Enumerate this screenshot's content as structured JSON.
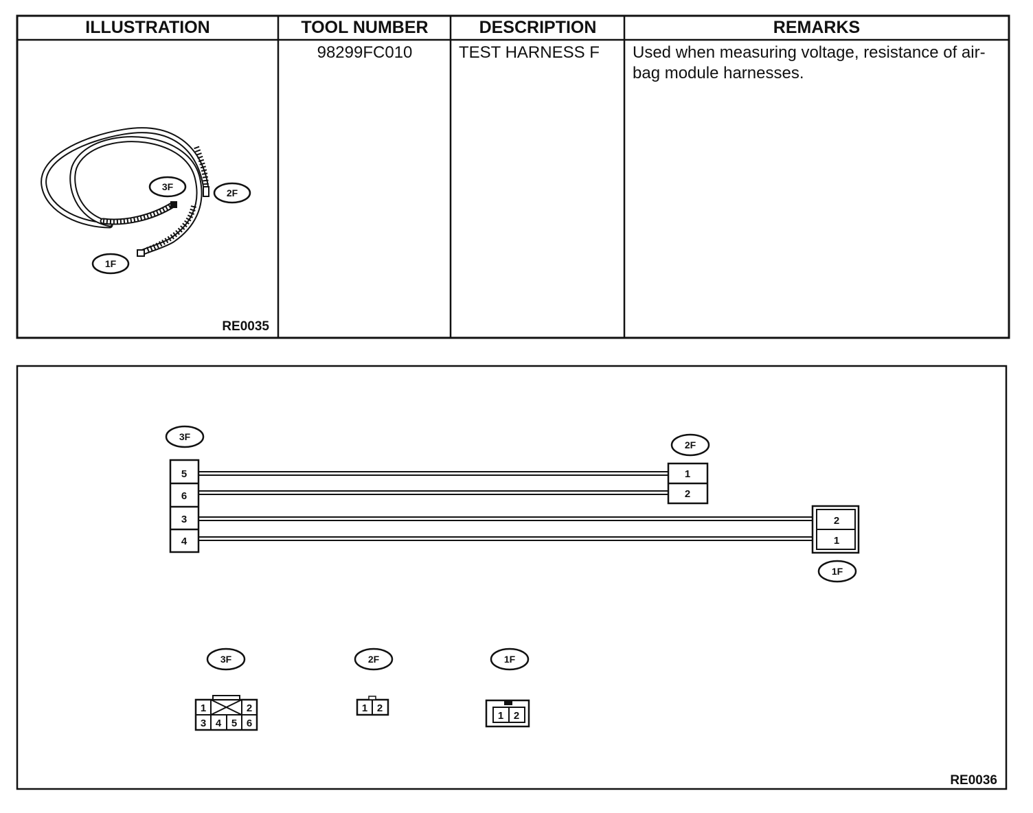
{
  "table": {
    "headers": {
      "illustration": "ILLUSTRATION",
      "tool_number": "TOOL NUMBER",
      "description": "DESCRIPTION",
      "remarks": "REMARKS"
    },
    "row": {
      "tool_number": "98299FC010",
      "description": "TEST HARNESS F",
      "remarks_line1": "Used when measuring voltage, resistance of air-",
      "remarks_line2": "bag module harnesses."
    },
    "illustration_ref": "RE0035"
  },
  "illustration_labels": {
    "c3": "3F",
    "c2": "2F",
    "c1": "1F"
  },
  "diagram": {
    "ref": "RE0036",
    "connector_3f": {
      "label": "3F",
      "pins": [
        "5",
        "6",
        "3",
        "4"
      ]
    },
    "connector_2f": {
      "label": "2F",
      "pins": [
        "1",
        "2"
      ]
    },
    "connector_1f": {
      "label": "1F",
      "pins": [
        "2",
        "1"
      ]
    },
    "wires": [
      {
        "from": "3F-5",
        "to": "2F-1"
      },
      {
        "from": "3F-6",
        "to": "2F-2"
      },
      {
        "from": "3F-3",
        "to": "1F-2"
      },
      {
        "from": "3F-4",
        "to": "1F-1"
      }
    ],
    "faces": {
      "f3": {
        "label": "3F",
        "top_left": "1",
        "top_right": "2",
        "bottom": [
          "3",
          "4",
          "5",
          "6"
        ]
      },
      "f2": {
        "label": "2F",
        "pins": [
          "1",
          "2"
        ]
      },
      "f1": {
        "label": "1F",
        "pins": [
          "1",
          "2"
        ]
      }
    }
  }
}
